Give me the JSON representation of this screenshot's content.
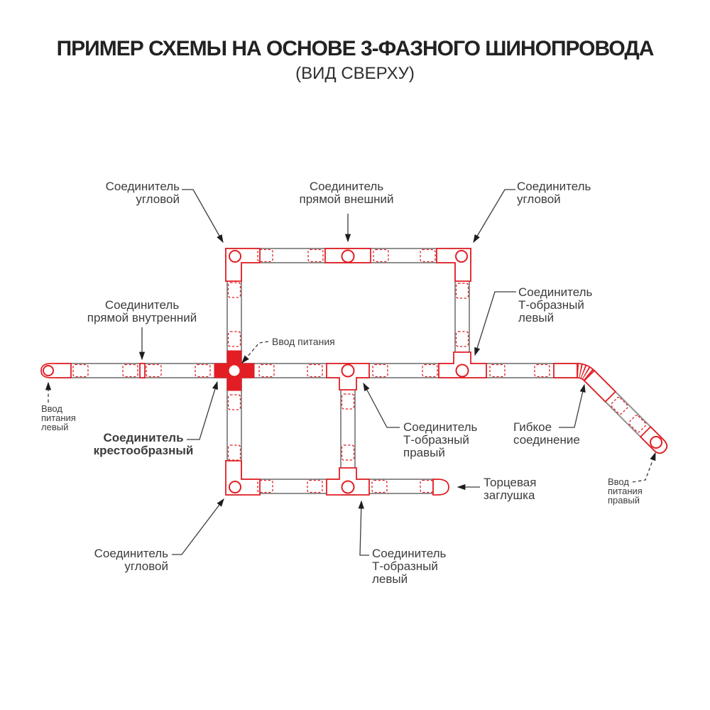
{
  "header": {
    "title": "ПРИМЕР СХЕМЫ НА ОСНОВЕ 3-ФАЗНОГО ШИНОПРОВОДА",
    "subtitle": "(ВИД СВЕРХУ)"
  },
  "colors": {
    "red": "#e21e24",
    "rail": "#8f8f8f",
    "text": "#3c3c3c",
    "leader": "#3c3c3c",
    "arrow": "#1e1e1e"
  },
  "labels": {
    "corner_top_left": "Соединитель\nугловой",
    "straight_external": "Соединитель\nпрямой внешний",
    "corner_top_right": "Соединитель\nугловой",
    "straight_internal": "Соединитель\nпрямой внутренний",
    "t_left_upper": "Соединитель\nТ-образный\nлевый",
    "power_input_center": "Ввод питания",
    "power_input_left": "Ввод\nпитания\nлевый",
    "cross": "Соединитель\nкрестообразный",
    "t_right": "Соединитель\nТ-образный\nправый",
    "flexible": "Гибкое\nсоединение",
    "end_cap": "Торцевая\nзаглушка",
    "power_input_right": "Ввод\nпитания\nправый",
    "corner_bottom_left": "Соединитель\nугловой",
    "t_left_lower": "Соединитель\nТ-образный\nлевый"
  }
}
